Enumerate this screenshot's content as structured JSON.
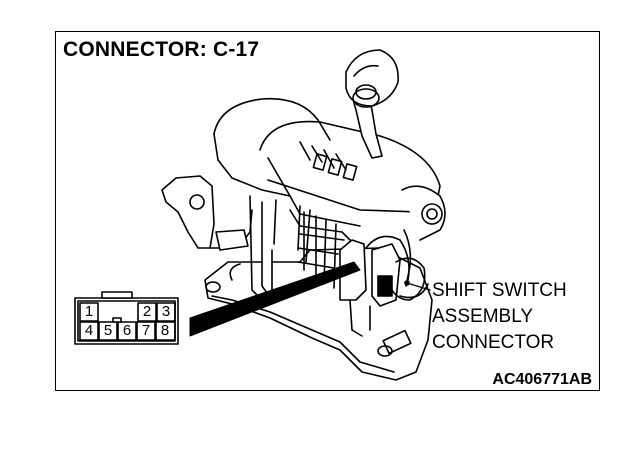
{
  "title": "CONNECTOR: C-17",
  "callout": {
    "line1": "SHIFT SWITCH",
    "line2": "ASSEMBLY",
    "line3": "CONNECTOR"
  },
  "figure_code": "AC406771AB",
  "connector_pins": {
    "top_row": [
      "1",
      "",
      "2",
      "3"
    ],
    "bottom_row": [
      "4",
      "5",
      "6",
      "7",
      "8"
    ]
  }
}
